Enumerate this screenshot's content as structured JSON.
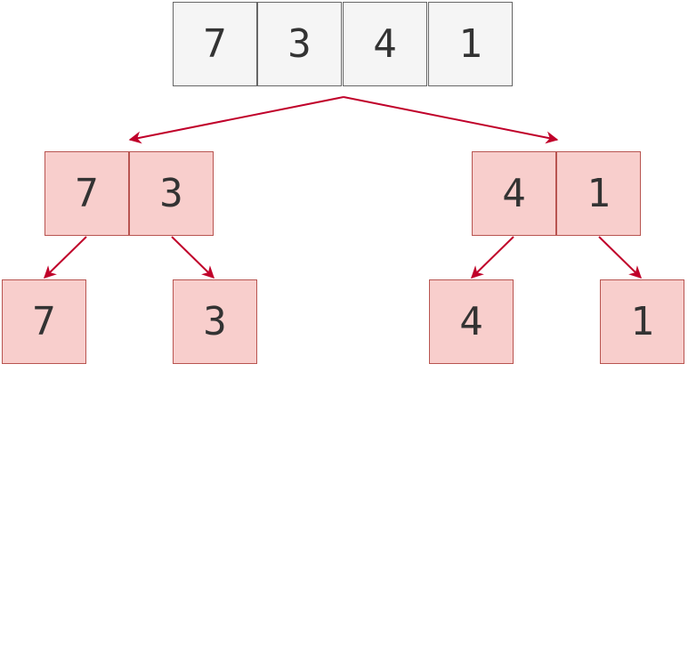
{
  "colors": {
    "arrow": "#c0002a",
    "root_fill": "#f5f5f5",
    "root_stroke": "#666666",
    "node_fill": "#f8cecc",
    "node_stroke": "#b85450",
    "text": "#333333"
  },
  "root": {
    "values": [
      "7",
      "3",
      "4",
      "1"
    ]
  },
  "level1": {
    "left": {
      "values": [
        "7",
        "3"
      ]
    },
    "right": {
      "values": [
        "4",
        "1"
      ]
    }
  },
  "level2": {
    "leaves": [
      "7",
      "3",
      "4",
      "1"
    ]
  }
}
